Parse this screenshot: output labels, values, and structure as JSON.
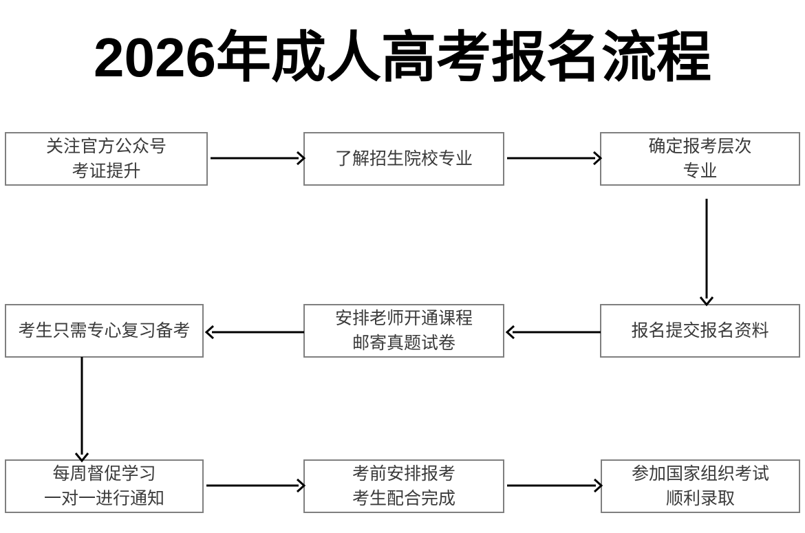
{
  "page": {
    "title": "2026年成人高考报名流程",
    "background_color": "#ffffff",
    "box_border_color": "#7f7f7f",
    "arrow_color": "#000000",
    "text_color": "#3a3a3a",
    "title_color": "#000000"
  },
  "chart_data": {
    "type": "diagram",
    "diagram_kind": "flowchart",
    "title": "2026年成人高考报名流程",
    "layout": "3 rows x 3 columns, serpentine (left-to-right, down, right-to-left, down, left-to-right)",
    "nodes": [
      {
        "id": "n1",
        "row": 1,
        "col": 1,
        "lines": [
          "关注官方公众号",
          "考证提升"
        ]
      },
      {
        "id": "n2",
        "row": 1,
        "col": 2,
        "lines": [
          "了解招生院校专业"
        ]
      },
      {
        "id": "n3",
        "row": 1,
        "col": 3,
        "lines": [
          "确定报考层次",
          "专业"
        ]
      },
      {
        "id": "n4",
        "row": 2,
        "col": 1,
        "lines": [
          "考生只需专心复习备考"
        ]
      },
      {
        "id": "n5",
        "row": 2,
        "col": 2,
        "lines": [
          "安排老师开通课程",
          "邮寄真题试卷"
        ]
      },
      {
        "id": "n6",
        "row": 2,
        "col": 3,
        "lines": [
          "报名提交报名资料"
        ]
      },
      {
        "id": "n7",
        "row": 3,
        "col": 1,
        "lines": [
          "每周督促学习",
          "一对一进行通知"
        ]
      },
      {
        "id": "n8",
        "row": 3,
        "col": 2,
        "lines": [
          "考前安排报考",
          "考生配合完成"
        ]
      },
      {
        "id": "n9",
        "row": 3,
        "col": 3,
        "lines": [
          "参加国家组织考试",
          "顺利录取"
        ]
      }
    ],
    "edges": [
      {
        "from": "n1",
        "to": "n2",
        "direction": "right"
      },
      {
        "from": "n2",
        "to": "n3",
        "direction": "right"
      },
      {
        "from": "n3",
        "to": "n6",
        "direction": "down"
      },
      {
        "from": "n6",
        "to": "n5",
        "direction": "left"
      },
      {
        "from": "n5",
        "to": "n4",
        "direction": "left"
      },
      {
        "from": "n4",
        "to": "n7",
        "direction": "down"
      },
      {
        "from": "n7",
        "to": "n8",
        "direction": "right"
      },
      {
        "from": "n8",
        "to": "n9",
        "direction": "right"
      }
    ]
  },
  "nodes": {
    "n1": {
      "line1": "关注官方公众号",
      "line2": "考证提升"
    },
    "n2": {
      "line1": "了解招生院校专业"
    },
    "n3": {
      "line1": "确定报考层次",
      "line2": "专业"
    },
    "n4": {
      "line1": "考生只需专心复习备考"
    },
    "n5": {
      "line1": "安排老师开通课程",
      "line2": "邮寄真题试卷"
    },
    "n6": {
      "line1": "报名提交报名资料"
    },
    "n7": {
      "line1": "每周督促学习",
      "line2": "一对一进行通知"
    },
    "n8": {
      "line1": "考前安排报考",
      "line2": "考生配合完成"
    },
    "n9": {
      "line1": "参加国家组织考试",
      "line2": "顺利录取"
    }
  }
}
